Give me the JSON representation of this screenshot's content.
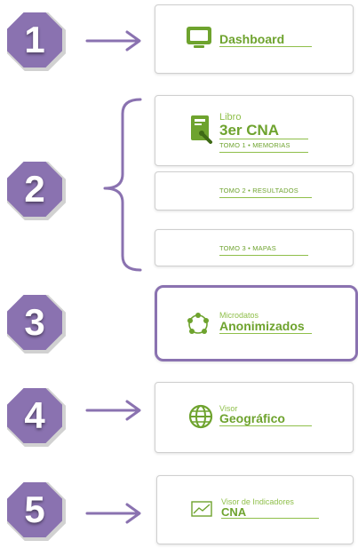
{
  "steps": [
    {
      "number": "1",
      "label": "Dashboard",
      "icon": "monitor-icon"
    },
    {
      "number": "2",
      "prefix": "Libro",
      "label": "3er CNA",
      "icon": "book-icon",
      "volumes": [
        "TOMO 1 • MEMORIAS",
        "TOMO 2 • RESULTADOS",
        "TOMO 3 • MAPAS"
      ]
    },
    {
      "number": "3",
      "prefix": "Microdatos",
      "label": "Anonimizados",
      "icon": "network-icon"
    },
    {
      "number": "4",
      "prefix": "Visor",
      "label": "Geográfico",
      "icon": "globe-icon"
    },
    {
      "number": "5",
      "prefix": "Visor de Indicadores",
      "label": "CNA",
      "icon": "chart-icon"
    }
  ],
  "colors": {
    "accent": "#8a72b0",
    "green": "#6ea32e",
    "border": "#cfcfcf"
  }
}
